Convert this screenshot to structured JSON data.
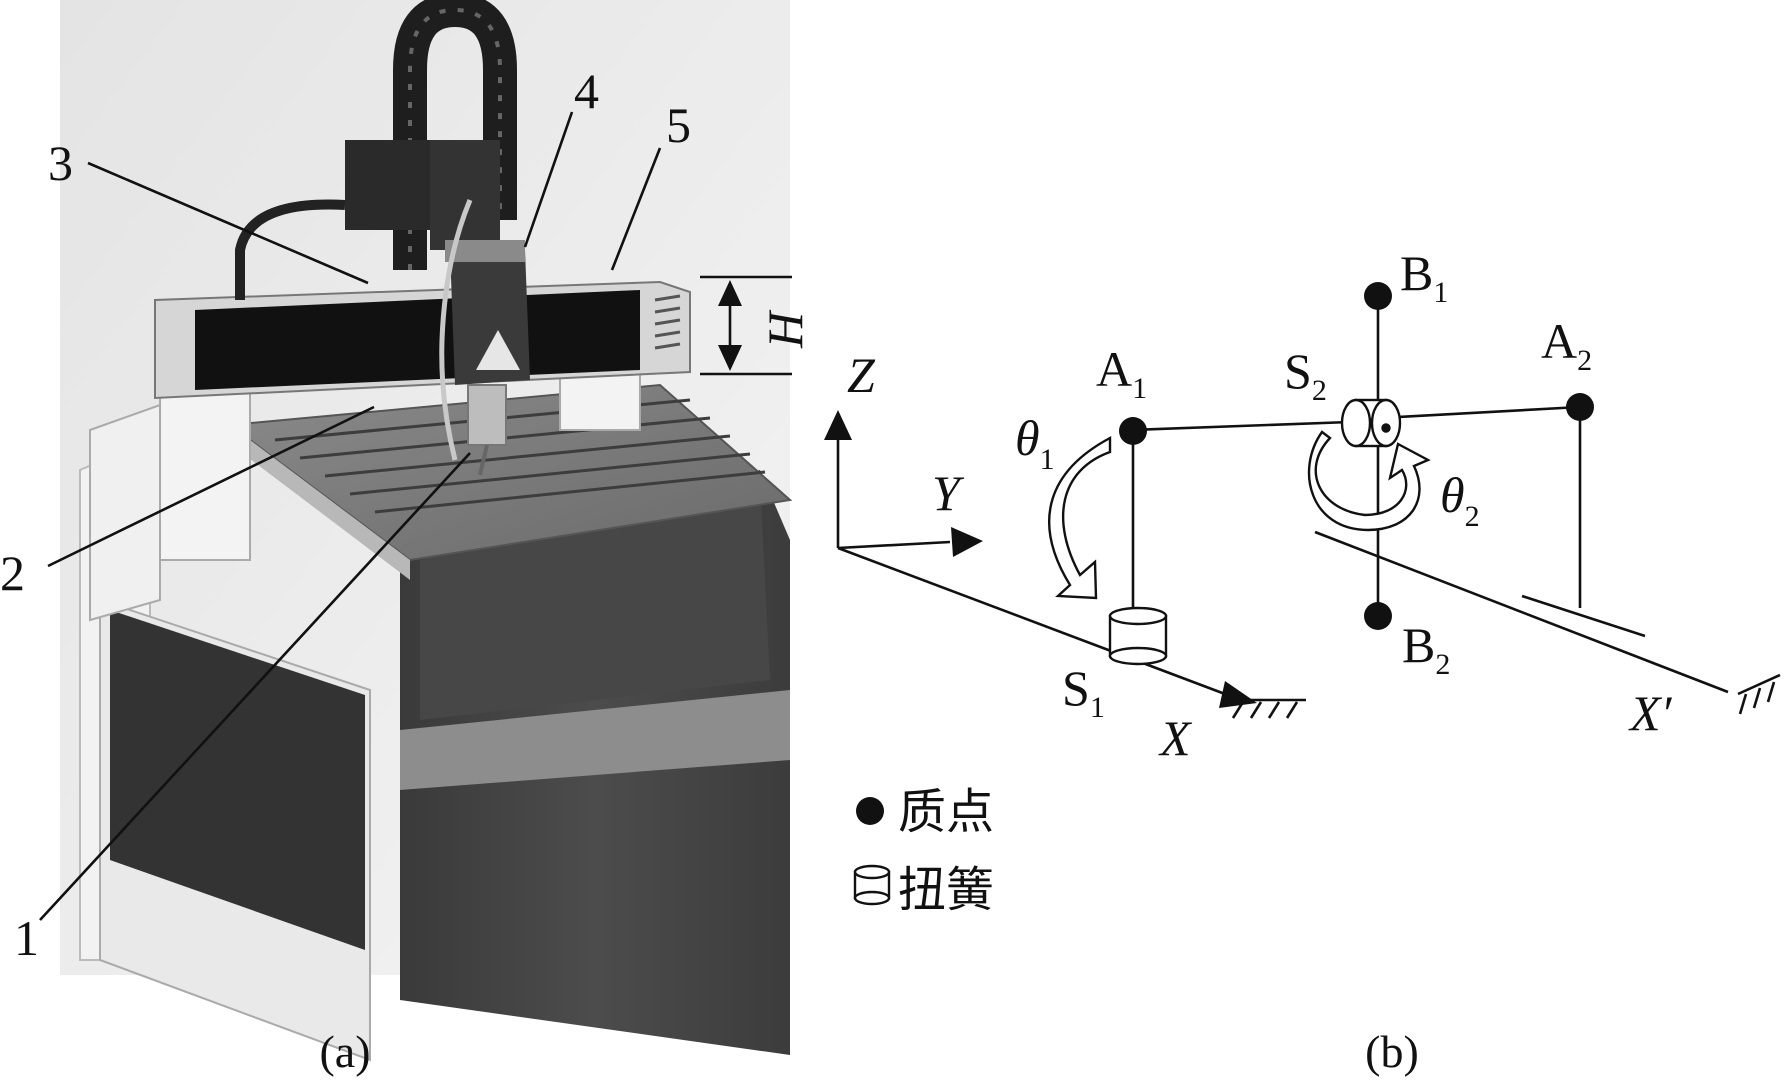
{
  "photo_panel": {
    "callouts": [
      "1",
      "2",
      "3",
      "4",
      "5"
    ],
    "height_label": "H",
    "caption": "(a)"
  },
  "model_panel": {
    "axes": {
      "z": "Z",
      "y": "Y",
      "x": "X",
      "x_prime": "X′"
    },
    "masses": [
      {
        "letter": "A",
        "sub": "1"
      },
      {
        "letter": "A",
        "sub": "2"
      },
      {
        "letter": "B",
        "sub": "1"
      },
      {
        "letter": "B",
        "sub": "2"
      }
    ],
    "springs": [
      {
        "letter": "S",
        "sub": "1"
      },
      {
        "letter": "S",
        "sub": "2"
      }
    ],
    "angles": [
      {
        "letter": "θ",
        "sub": "1"
      },
      {
        "letter": "θ",
        "sub": "2"
      }
    ],
    "legend": [
      {
        "symbol": "mass-dot",
        "label": "质点"
      },
      {
        "symbol": "torsion-spring",
        "label": "扭簧"
      }
    ],
    "caption": "(b)"
  }
}
